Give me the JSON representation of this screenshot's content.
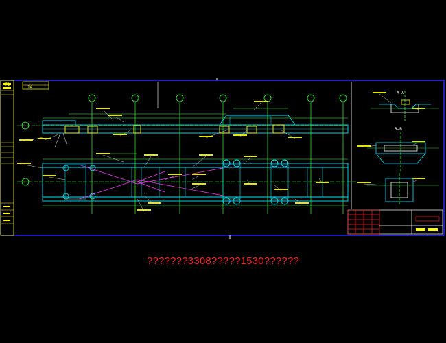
{
  "colors": {
    "background": "#000000",
    "border": "#2828ff",
    "frame": "#00e5ff",
    "axis": "#30ff30",
    "dimension": "#40ff40",
    "accent": "#ffff00",
    "hidden": "#ff40ff",
    "caption": "#ff2020"
  },
  "sheet": {
    "corner_label_top": "14",
    "corner_label_side": "T1"
  },
  "section_labels": {
    "a": "A—A",
    "b": "B—B"
  },
  "caption": {
    "text": "???????3308?????1530??????"
  }
}
